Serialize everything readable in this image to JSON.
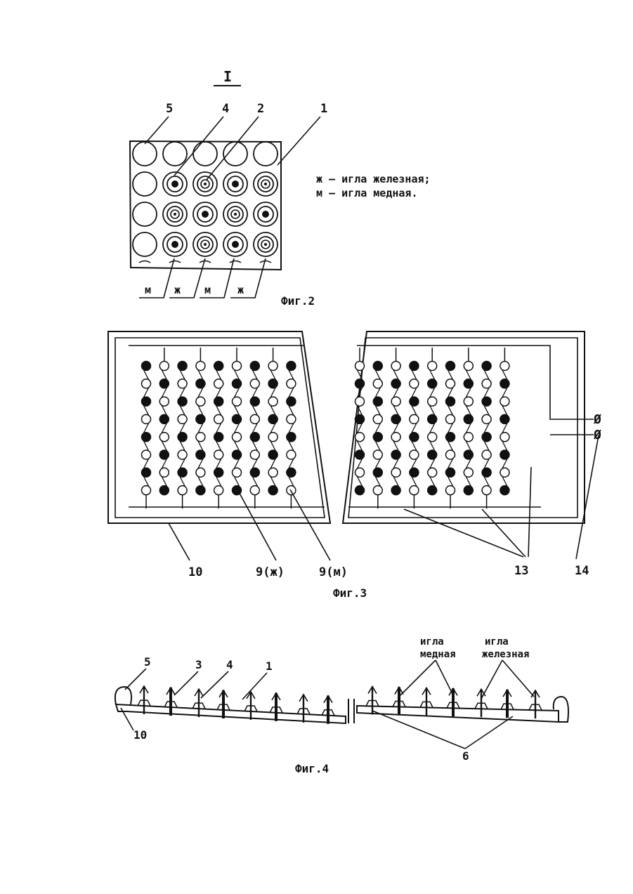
{
  "fig2": {
    "detail_mark": "I",
    "labels": {
      "n5": "5",
      "n4": "4",
      "n2": "2",
      "n1": "1"
    },
    "legend": {
      "line1": "ж – игла железная;",
      "line2": "м – игла медная."
    },
    "bottom_tags": [
      "м",
      "ж",
      "м",
      "ж"
    ],
    "caption": "Фиг.2"
  },
  "fig3": {
    "labels": {
      "n10": "10",
      "n9x": "9(ж)",
      "n9m": "9(м)",
      "n13": "13",
      "n14": "14"
    },
    "terminal": "Ø",
    "caption": "Фиг.3"
  },
  "fig4": {
    "labels": {
      "n5": "5",
      "n3": "3",
      "n4": "4",
      "n1": "1",
      "n10": "10",
      "n6": "6"
    },
    "copper_label": {
      "line1": "игла",
      "line2": "медная"
    },
    "iron_label": {
      "line1": "игла",
      "line2": "железная"
    },
    "caption": "Фиг.4"
  }
}
